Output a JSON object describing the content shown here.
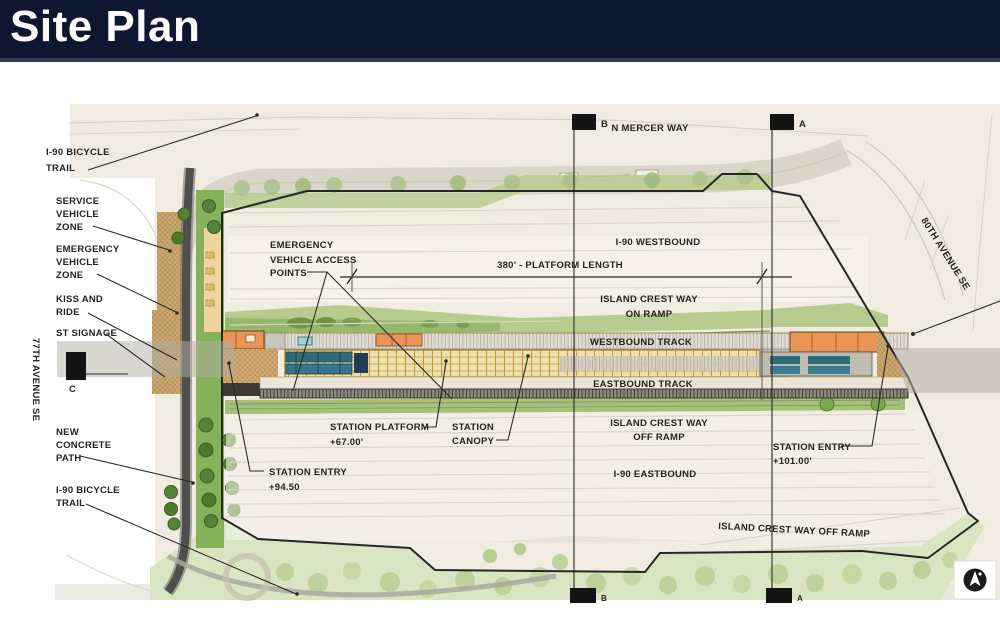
{
  "slide": {
    "title": "Site Plan"
  },
  "markers": {
    "top_b": "B",
    "top_a": "A",
    "bottom_b": "B",
    "bottom_a": "A",
    "section_c": "C"
  },
  "streets": {
    "n_mercer_way": "N MERCER WAY",
    "ave_77": "77TH AVENUE SE",
    "ave_80": "80TH AVENUE SE",
    "i90_westbound": "I-90 WESTBOUND",
    "i90_eastbound": "I-90 EASTBOUND",
    "on_ramp_line1": "ISLAND CREST WAY",
    "on_ramp_line2": "ON RAMP",
    "off_ramp_line1": "ISLAND CREST WAY",
    "off_ramp_line2": "OFF RAMP",
    "off_ramp_bottom": "ISLAND CREST WAY OFF RAMP",
    "westbound_track": "WESTBOUND TRACK",
    "eastbound_track": "EASTBOUND TRACK"
  },
  "callouts": {
    "bike_trail_top": {
      "line1": "I-90 BICYCLE",
      "line2": "TRAIL"
    },
    "service_zone": {
      "line1": "SERVICE",
      "line2": "VEHICLE",
      "line3": "ZONE"
    },
    "emergency_zone": {
      "line1": "EMERGENCY",
      "line2": "VEHICLE",
      "line3": "ZONE"
    },
    "kiss_and_ride": {
      "line1": "KISS AND",
      "line2": "RIDE"
    },
    "st_signage": {
      "line1": "ST SIGNAGE"
    },
    "new_concrete_path": {
      "line1": "NEW",
      "line2": "CONCRETE",
      "line3": "PATH"
    },
    "bike_trail_bottom": {
      "line1": "I-90 BICYCLE",
      "line2": "TRAIL"
    },
    "evap": {
      "line1": "EMERGENCY",
      "line2": "VEHICLE ACCESS",
      "line3": "POINTS"
    },
    "platform_length": "380' - PLATFORM LENGTH",
    "station_platform": {
      "line1": "STATION PLATFORM",
      "line2": "+67.00'"
    },
    "station_canopy": {
      "line1": "STATION",
      "line2": "CANOPY"
    },
    "station_entry_west": {
      "line1": "STATION ENTRY",
      "line2": "+94.50"
    },
    "station_entry_east": {
      "line1": "STATION ENTRY",
      "line2": "+101.00'"
    }
  },
  "colors": {
    "header_navy": "#0d1830",
    "plan_beige": "#f1ece2",
    "building_orange": "#ea9455",
    "structure_teal": "#2f6b78",
    "paving_tan": "#c9a76f",
    "landscape_green": "#8fb566"
  }
}
